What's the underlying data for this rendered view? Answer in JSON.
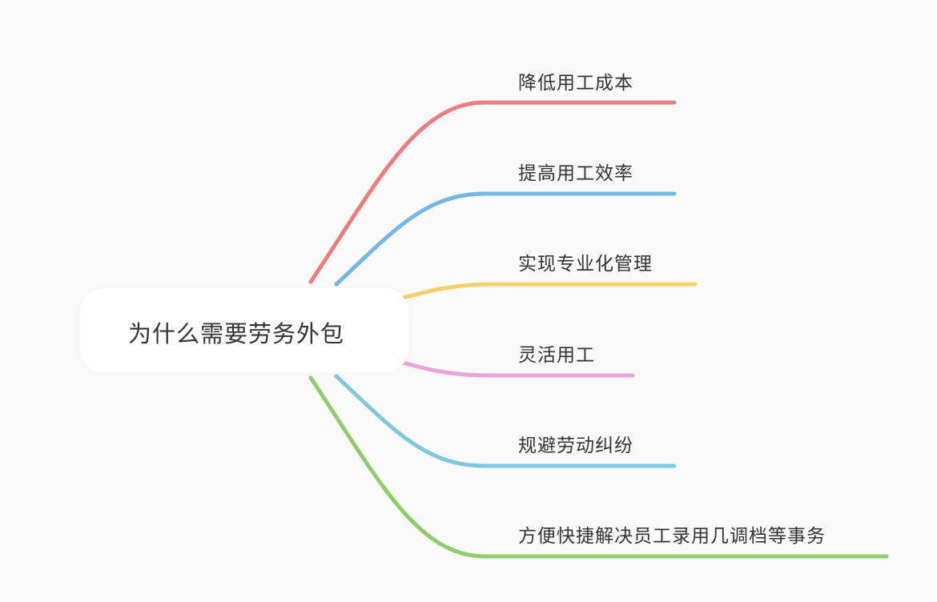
{
  "root": {
    "label": "为什么需要劳务外包"
  },
  "branches": [
    {
      "label": "降低用工成本",
      "color": "#ee7c7c"
    },
    {
      "label": "提高用工效率",
      "color": "#74b7e6"
    },
    {
      "label": "实现专业化管理",
      "color": "#f8cf6a"
    },
    {
      "label": "灵活用工",
      "color": "#eaa3dc"
    },
    {
      "label": "规避劳动纠纷",
      "color": "#80c8dd"
    },
    {
      "label": "方便快捷解决员工录用几调档等事务",
      "color": "#8dcd6c"
    }
  ]
}
